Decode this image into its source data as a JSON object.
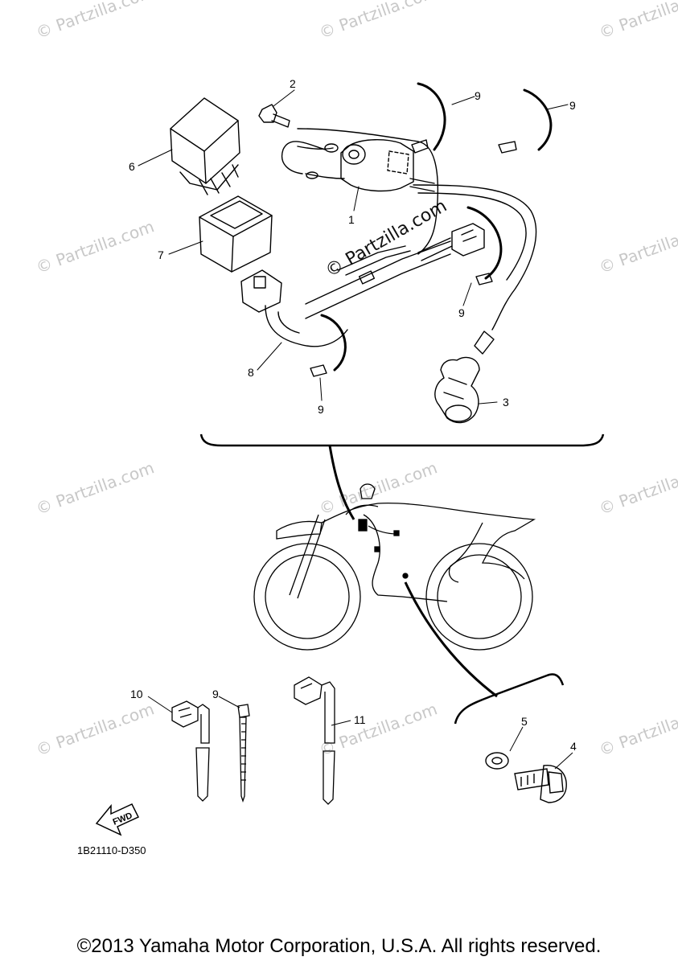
{
  "watermark": "© Partzilla.com",
  "diagram": {
    "code": "1B21110-D350",
    "fwd_label": "FWD",
    "callouts": [
      "1",
      "2",
      "3",
      "4",
      "5",
      "6",
      "7",
      "8",
      "9",
      "10",
      "11"
    ]
  },
  "copyright": "©2013 Yamaha Motor Corporation, U.S.A. All rights reserved."
}
